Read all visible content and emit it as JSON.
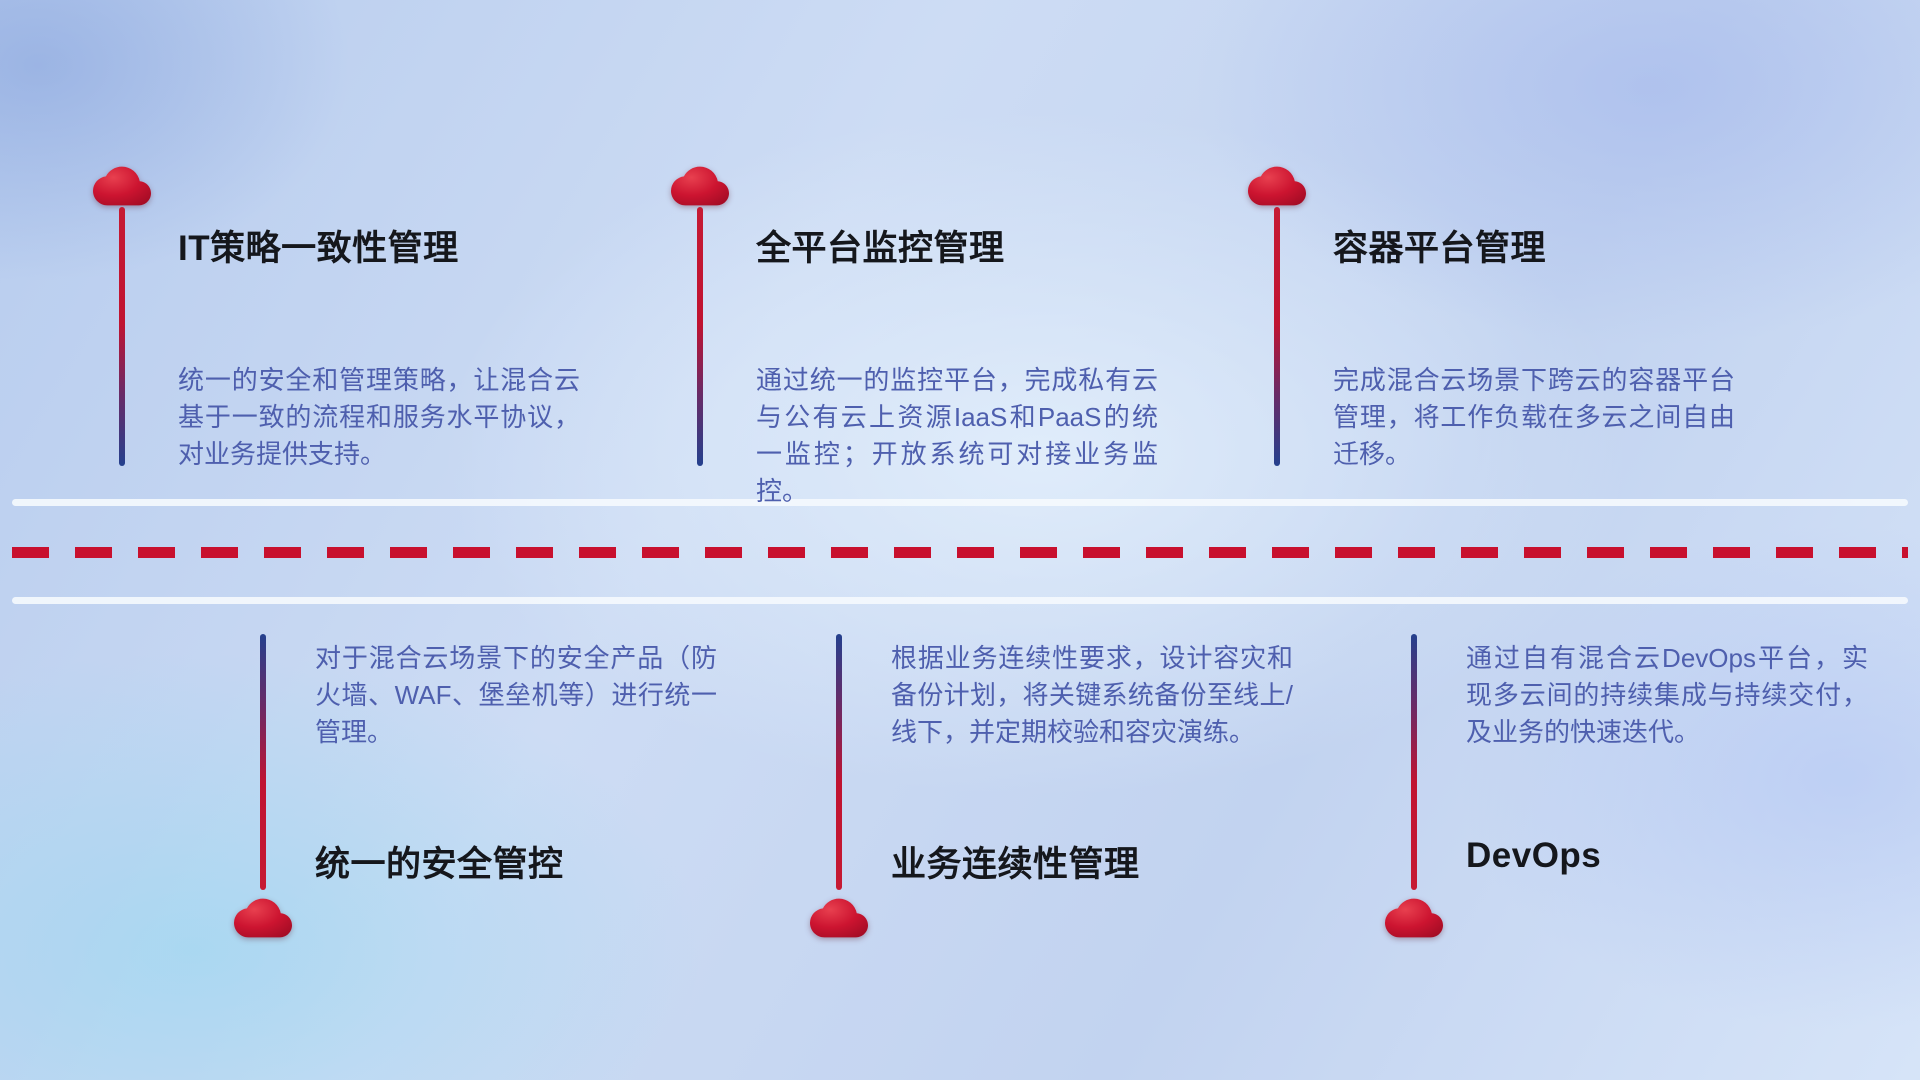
{
  "colors": {
    "accent_red": "#c8102e",
    "accent_blue": "#24408e",
    "title_text": "#15171c",
    "description_text": "#4e5fae",
    "road_line": "#f4f8fd"
  },
  "top_items": [
    {
      "icon": "cloud-icon",
      "title": "IT策略一致性管理",
      "description": "统一的安全和管理策略，让混合云基于一致的流程和服务水平协议，对业务提供支持。"
    },
    {
      "icon": "cloud-icon",
      "title": "全平台监控管理",
      "description": "通过统一的监控平台，完成私有云与公有云上资源IaaS和PaaS的统一监控；开放系统可对接业务监控。"
    },
    {
      "icon": "cloud-icon",
      "title": "容器平台管理",
      "description": "完成混合云场景下跨云的容器平台管理，将工作负载在多云之间自由迁移。"
    }
  ],
  "bottom_items": [
    {
      "icon": "cloud-icon",
      "title": "统一的安全管控",
      "description": "对于混合云场景下的安全产品（防火墙、WAF、堡垒机等）进行统一管理。"
    },
    {
      "icon": "cloud-icon",
      "title": "业务连续性管理",
      "description": "根据业务连续性要求，设计容灾和备份计划，将关键系统备份至线上/线下，并定期校验和容灾演练。"
    },
    {
      "icon": "cloud-icon",
      "title": "DevOps",
      "description": "通过自有混合云DevOps平台，实现多云间的持续集成与持续交付，及业务的快速迭代。"
    }
  ]
}
